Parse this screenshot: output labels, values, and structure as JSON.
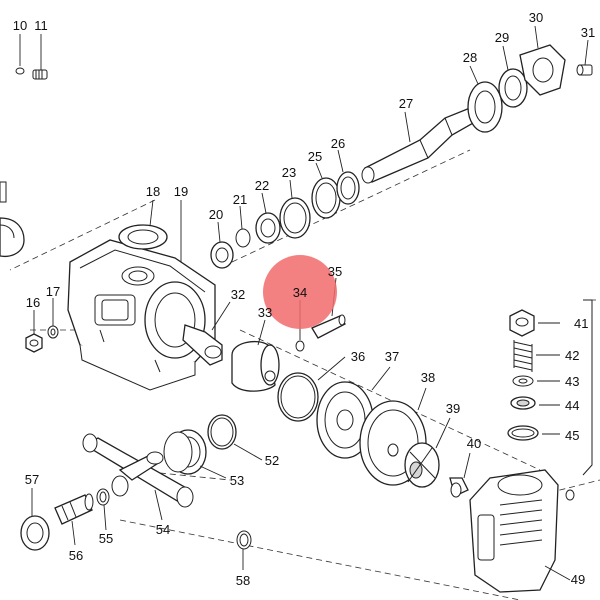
{
  "diagram": {
    "highlight": {
      "label": "34",
      "color": "#f26b6b"
    },
    "labels": [
      "10",
      "11",
      "16",
      "17",
      "18",
      "19",
      "20",
      "21",
      "22",
      "23",
      "25",
      "26",
      "27",
      "28",
      "29",
      "30",
      "31",
      "32",
      "33",
      "34",
      "35",
      "36",
      "37",
      "38",
      "39",
      "40",
      "41",
      "42",
      "43",
      "44",
      "45",
      "49",
      "52",
      "53",
      "54",
      "55",
      "56",
      "57",
      "58"
    ]
  }
}
